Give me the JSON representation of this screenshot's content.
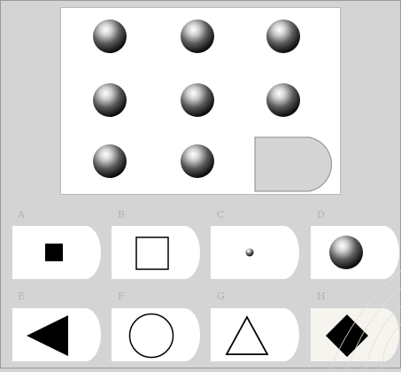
{
  "matrix": {
    "cells": [
      {
        "kind": "sphere"
      },
      {
        "kind": "sphere"
      },
      {
        "kind": "sphere"
      },
      {
        "kind": "sphere"
      },
      {
        "kind": "sphere"
      },
      {
        "kind": "sphere"
      },
      {
        "kind": "sphere"
      },
      {
        "kind": "sphere"
      },
      {
        "kind": "missing"
      }
    ]
  },
  "options": [
    {
      "letter": "A",
      "shape": "filled-square"
    },
    {
      "letter": "B",
      "shape": "outline-square"
    },
    {
      "letter": "C",
      "shape": "small-sphere"
    },
    {
      "letter": "D",
      "shape": "large-sphere"
    },
    {
      "letter": "E",
      "shape": "filled-left-triangle"
    },
    {
      "letter": "F",
      "shape": "outline-circle"
    },
    {
      "letter": "G",
      "shape": "outline-triangle"
    },
    {
      "letter": "H",
      "shape": "filled-diamond"
    }
  ],
  "colors": {
    "background": "#d4d4d4",
    "panel": "#ffffff",
    "shape": "#000000",
    "placeholder": "#d4d4d4",
    "letter": "#b0b0b0"
  }
}
